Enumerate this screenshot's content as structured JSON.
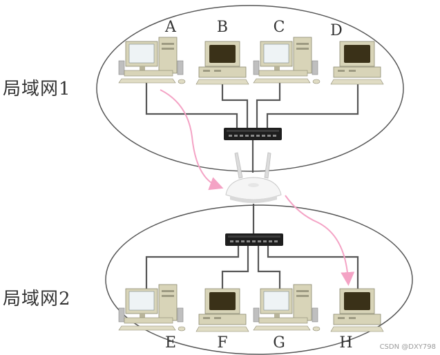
{
  "lan1": {
    "label": "局域网1"
  },
  "lan2": {
    "label": "局域网2"
  },
  "computers": {
    "A": "A",
    "B": "B",
    "C": "C",
    "D": "D",
    "E": "E",
    "F": "F",
    "G": "G",
    "H": "H"
  },
  "watermark": "CSDN @DXY798",
  "colors": {
    "ellipse_stroke": "#555555",
    "cable": "#555555",
    "switch": "#222222",
    "router": "#f3f3f3",
    "path_arrow": "#f4a3c5",
    "pc_beige": "#d8d4b8",
    "crt_screen": "#3a3118"
  },
  "icons": {
    "router": "wireless-router-icon",
    "switch": "network-switch-icon",
    "pc": "desktop-computer-icon"
  }
}
